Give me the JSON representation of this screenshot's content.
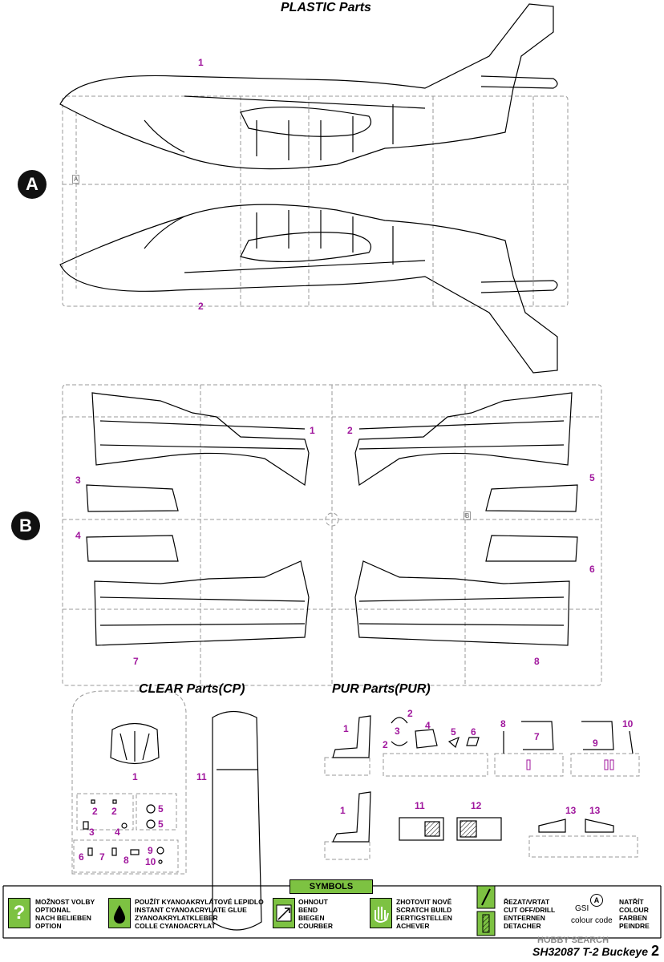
{
  "headers": {
    "plastic": "PLASTIC Parts",
    "clear": "CLEAR Parts(CP)",
    "pur": "PUR Parts(PUR)"
  },
  "sprues": {
    "a": "A",
    "b": "B",
    "a_tag": "A",
    "b_tag": "B"
  },
  "numbers": {
    "a1": "1",
    "a2": "2",
    "b1": "1",
    "b2": "2",
    "b3": "3",
    "b4": "4",
    "b5": "5",
    "b6": "6",
    "b7": "7",
    "b8": "8",
    "cp1": "1",
    "cp11": "11",
    "cp2a": "2",
    "cp2b": "2",
    "cp3": "3",
    "cp4": "4",
    "cp5a": "5",
    "cp5b": "5",
    "cp6": "6",
    "cp7": "7",
    "cp8": "8",
    "cp9": "9",
    "cp10": "10",
    "p1a": "1",
    "p1b": "1",
    "p2a": "2",
    "p2b": "2",
    "p3": "3",
    "p4": "4",
    "p5": "5",
    "p6": "6",
    "p7": "7",
    "p8": "8",
    "p9": "9",
    "p10": "10",
    "p11": "11",
    "p12": "12",
    "p13a": "13",
    "p13b": "13"
  },
  "symbols": {
    "banner": "SYMBOLS",
    "optional": "MOŽNOST VOLBY\nOPTIONAL\nNACH BELIEBEN\nOPTION",
    "glue": "POUŽÍT KYANOAKRYLÁTOVÉ LEPIDLO\nINSTANT CYANOACRYLATE GLUE\nZYANOAKRYLATKLEBER\nCOLLE CYANOACRYLAT",
    "bend": "OHNOUT\nBEND\nBIEGEN\nCOURBER",
    "scratch": "ZHOTOVIT NOVĚ\nSCRATCH BUILD\nFERTIGSTELLEN\nACHEVER",
    "cut": "ŘEZAT/VRTAT\nCUT OFF/DRILL\nENTFERNEN\nDETACHER",
    "gsi": "GSI",
    "gsi_code": "colour code",
    "colour": "NATŘÍT\nCOLOUR\nFARBEN\nPEINDRE"
  },
  "footer": {
    "code": "SH32087 T-2 Buckeye",
    "page": "2"
  },
  "watermark": "HOBBY SEARCH"
}
